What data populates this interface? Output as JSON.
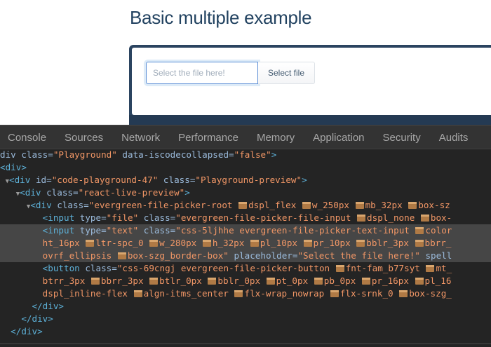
{
  "page": {
    "title": "Basic multiple example",
    "picker": {
      "placeholder": "Select the file here!",
      "button_label": "Select file"
    },
    "colors": {
      "title": "#234361",
      "playground_border": "#2b4460",
      "input_focus_border": "#5d8fd6"
    }
  },
  "devtools": {
    "tabs": [
      "Console",
      "Sources",
      "Network",
      "Performance",
      "Memory",
      "Application",
      "Security",
      "Audits"
    ],
    "lines": [
      {
        "indent": "",
        "parts": [
          [
            "attr",
            "div class="
          ],
          [
            "val",
            "\"Playground\""
          ],
          [
            "attr",
            " data-iscodecollapsed="
          ],
          [
            "val",
            "\"false\""
          ],
          [
            "tag",
            ">"
          ]
        ]
      },
      {
        "indent": "",
        "parts": [
          [
            "tag",
            "<div>"
          ]
        ]
      },
      {
        "indent": " ",
        "tri": "▼",
        "parts": [
          [
            "tag",
            "<div "
          ],
          [
            "attr",
            "id="
          ],
          [
            "val",
            "\"code-playground-47\""
          ],
          [
            "attr",
            " class="
          ],
          [
            "val",
            "\"Playground-preview\""
          ],
          [
            "tag",
            ">"
          ]
        ]
      },
      {
        "indent": "   ",
        "tri": "▼",
        "parts": [
          [
            "tag",
            "<div "
          ],
          [
            "attr",
            "class="
          ],
          [
            "val",
            "\"react-live-preview\""
          ],
          [
            "tag",
            ">"
          ]
        ]
      },
      {
        "indent": "     ",
        "tri": "▼",
        "parts": [
          [
            "tag",
            "<div "
          ],
          [
            "attr",
            "class="
          ],
          [
            "val",
            "\"evergreen-file-picker-root "
          ],
          [
            "box",
            ""
          ],
          [
            "val",
            "dspl_flex "
          ],
          [
            "box",
            ""
          ],
          [
            "val",
            "w_250px "
          ],
          [
            "box",
            ""
          ],
          [
            "val",
            "mb_32px "
          ],
          [
            "box",
            ""
          ],
          [
            "val",
            "box-sz"
          ]
        ]
      },
      {
        "indent": "        ",
        "parts": [
          [
            "tag",
            "<input "
          ],
          [
            "attr",
            "type="
          ],
          [
            "val",
            "\"file\""
          ],
          [
            "attr",
            " class="
          ],
          [
            "val",
            "\"evergreen-file-picker-file-input "
          ],
          [
            "box",
            ""
          ],
          [
            "val",
            "dspl_none "
          ],
          [
            "box",
            ""
          ],
          [
            "val",
            "box-"
          ]
        ]
      },
      {
        "indent": "        ",
        "hl": true,
        "parts": [
          [
            "tag",
            "<input "
          ],
          [
            "attr",
            "type="
          ],
          [
            "val",
            "\"text\""
          ],
          [
            "attr",
            " class="
          ],
          [
            "val",
            "\"css-5ljhhe evergreen-file-picker-text-input "
          ],
          [
            "box",
            ""
          ],
          [
            "val",
            "color"
          ]
        ]
      },
      {
        "indent": "        ",
        "hl": true,
        "parts": [
          [
            "val",
            "ht_16px "
          ],
          [
            "box",
            ""
          ],
          [
            "val",
            "ltr-spc_0 "
          ],
          [
            "box",
            ""
          ],
          [
            "val",
            "w_280px "
          ],
          [
            "box",
            ""
          ],
          [
            "val",
            "h_32px "
          ],
          [
            "box",
            ""
          ],
          [
            "val",
            "pl_10px "
          ],
          [
            "box",
            ""
          ],
          [
            "val",
            "pr_10px "
          ],
          [
            "box",
            ""
          ],
          [
            "val",
            "bblr_3px "
          ],
          [
            "box",
            ""
          ],
          [
            "val",
            "bbrr_"
          ]
        ]
      },
      {
        "indent": "        ",
        "hl": true,
        "parts": [
          [
            "val",
            "ovrf_ellipsis "
          ],
          [
            "box",
            ""
          ],
          [
            "val",
            "box-szg_border-box\""
          ],
          [
            "attr",
            " placeholder="
          ],
          [
            "val",
            "\"Select the file here!\""
          ],
          [
            "attr",
            " spell"
          ]
        ]
      },
      {
        "indent": "        ",
        "parts": [
          [
            "tag",
            "<button "
          ],
          [
            "attr",
            "class="
          ],
          [
            "val",
            "\"css-69cngj evergreen-file-picker-button "
          ],
          [
            "box",
            ""
          ],
          [
            "val",
            "fnt-fam_b77syt "
          ],
          [
            "box",
            ""
          ],
          [
            "val",
            "mt_"
          ]
        ]
      },
      {
        "indent": "        ",
        "parts": [
          [
            "val",
            "btrr_3px "
          ],
          [
            "box",
            ""
          ],
          [
            "val",
            "bbrr_3px "
          ],
          [
            "box",
            ""
          ],
          [
            "val",
            "btlr_0px "
          ],
          [
            "box",
            ""
          ],
          [
            "val",
            "bblr_0px "
          ],
          [
            "box",
            ""
          ],
          [
            "val",
            "pt_0px "
          ],
          [
            "box",
            ""
          ],
          [
            "val",
            "pb_0px "
          ],
          [
            "box",
            ""
          ],
          [
            "val",
            "pr_16px "
          ],
          [
            "box",
            ""
          ],
          [
            "val",
            "pl_16"
          ]
        ]
      },
      {
        "indent": "        ",
        "parts": [
          [
            "val",
            "dspl_inline-flex "
          ],
          [
            "box",
            ""
          ],
          [
            "val",
            "algn-itms_center "
          ],
          [
            "box",
            ""
          ],
          [
            "val",
            "flx-wrap_nowrap "
          ],
          [
            "box",
            ""
          ],
          [
            "val",
            "flx-srnk_0 "
          ],
          [
            "box",
            ""
          ],
          [
            "val",
            "box-szg_"
          ]
        ]
      },
      {
        "indent": "      ",
        "parts": [
          [
            "tag",
            "</div>"
          ]
        ]
      },
      {
        "indent": "    ",
        "parts": [
          [
            "tag",
            "</div>"
          ]
        ]
      },
      {
        "indent": "  ",
        "parts": [
          [
            "tag",
            "</div>"
          ]
        ]
      }
    ]
  }
}
